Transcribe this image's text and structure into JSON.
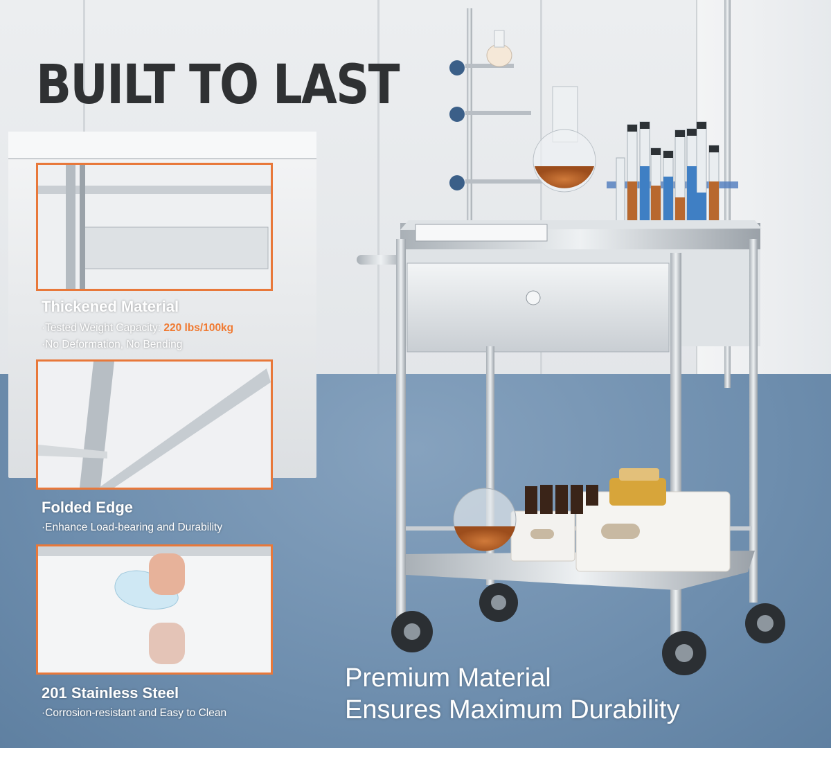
{
  "headline": "BUILT TO LAST",
  "features": [
    {
      "title": "Thickened Material",
      "lines": [
        "·Tested Weight Capacity: ",
        "·No Deformation, No Bending"
      ],
      "highlight": "220 lbs/100kg"
    },
    {
      "title": "Folded Edge",
      "lines": [
        "·Enhance Load-bearing and Durability"
      ]
    },
    {
      "title": "201 Stainless Steel",
      "lines": [
        "·Corrosion-resistant and Easy to Clean"
      ]
    }
  ],
  "tagline": {
    "line1": "Premium Material",
    "line2": "Ensures Maximum Durability"
  },
  "colors": {
    "accent": "#e8783a",
    "headline": "#2f3133",
    "floor": "#6f8fae",
    "steel": "#c7ccd1"
  },
  "product": "stainless-steel-utility-cart"
}
